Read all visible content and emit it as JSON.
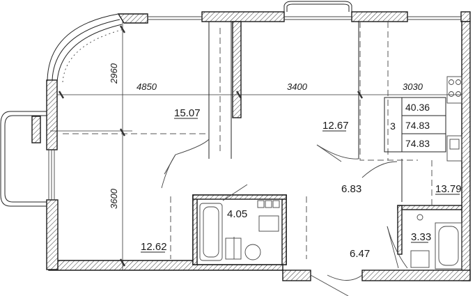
{
  "plan": {
    "rooms_count": "3",
    "summary": {
      "living": "40.36",
      "total": "74.83",
      "total_with_balcony": "74.83"
    },
    "rooms": [
      {
        "id": "living",
        "area": "15.07"
      },
      {
        "id": "bedroom",
        "area": "12.67"
      },
      {
        "id": "kitchen",
        "area": "13.79"
      },
      {
        "id": "hall",
        "area": "6.83"
      },
      {
        "id": "bathroom",
        "area": "4.05"
      },
      {
        "id": "bedroom2",
        "area": "12.62"
      },
      {
        "id": "corridor",
        "area": "6.47"
      },
      {
        "id": "wc",
        "area": "3.33"
      }
    ],
    "dimensions": {
      "width_1": "4850",
      "width_2": "3400",
      "width_3": "3030",
      "depth_1": "2960",
      "depth_2": "3600"
    }
  }
}
